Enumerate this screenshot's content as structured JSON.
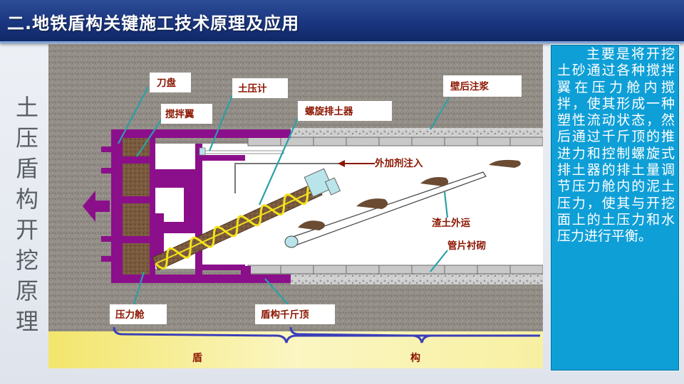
{
  "header": {
    "title": "二.地铁盾构关键施工技术原理及应用"
  },
  "side_title": [
    "土",
    "压",
    "盾",
    "构",
    "开",
    "挖",
    "原",
    "理"
  ],
  "diagram": {
    "labels": {
      "cutter": "刀盘",
      "mixer": "搅拌翼",
      "pressure_gauge": "土压计",
      "screw_conveyor": "螺旋排土器",
      "grouting": "壁后注浆",
      "additive": "外加剂注入",
      "muck": "渣土外运",
      "lining": "管片衬砌",
      "chamber": "压力舱",
      "jack": "盾构千斤顶",
      "bottom_left": "盾",
      "bottom_right": "构"
    }
  },
  "description": "主要是将开挖土砂通过各种搅拌翼在压力舱内搅拌，使其形成一种塑性流动状态，然后通过千斤顶的推进力和控制螺旋式排土器的排土量调节压力舱内的泥土压力，使其与开挖面上的土压力和水压力进行平衡。",
  "colors": {
    "header_bg": "#1a3680",
    "shield": "#8b0f8b",
    "soil": "#8f8a84",
    "text_box": "#0f9fd7",
    "label_text": "#8b1500",
    "bottom_band": "#f8f2a0",
    "brace": "#3b3fb8",
    "leader_line": "#2aa0a8"
  }
}
